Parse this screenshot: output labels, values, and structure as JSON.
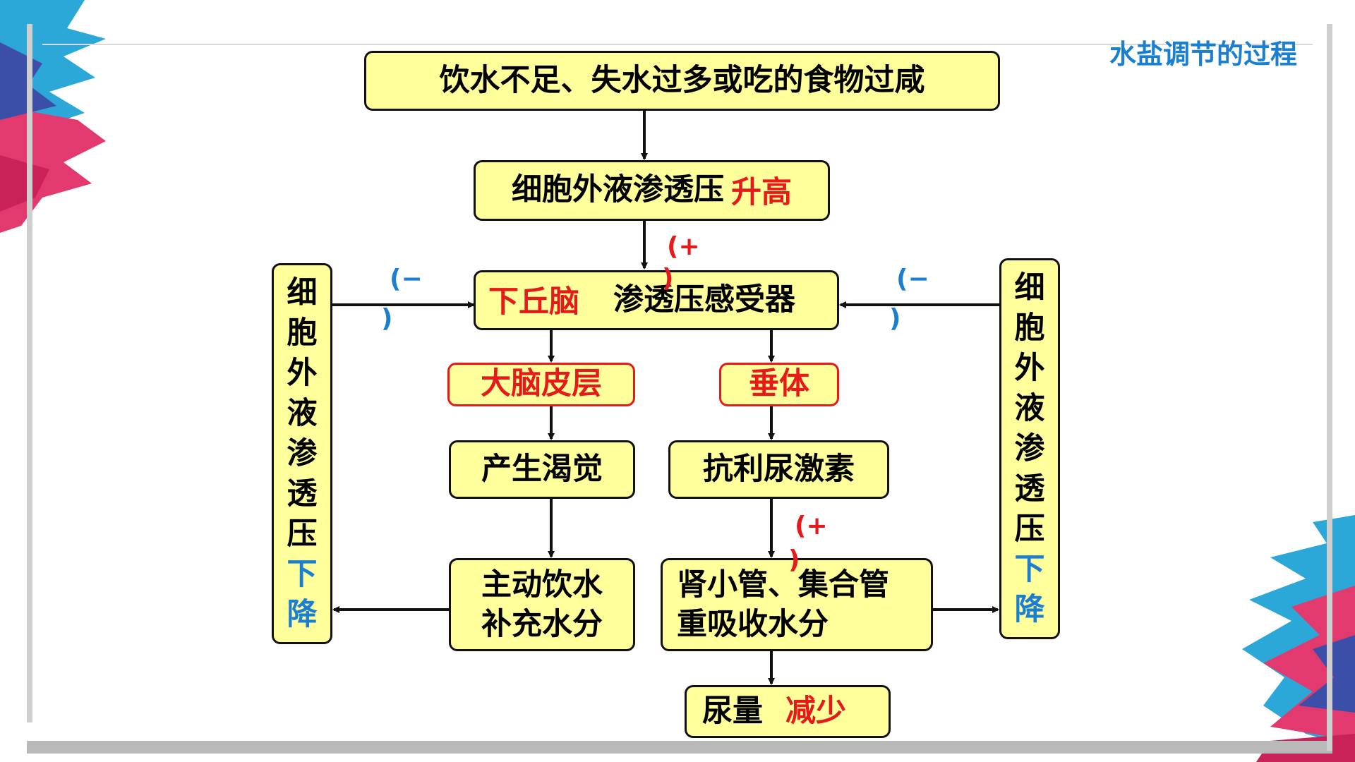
{
  "slide": {
    "title": "水盐调节的过程",
    "colors": {
      "accent_blue": "#1a7fd0",
      "accent_red": "#e6191b",
      "box_fill": "#ffff9c"
    }
  },
  "diagram": {
    "start": "饮水不足、失水过多或吃的食物过咸",
    "osmotic": {
      "text": "细胞外液渗透压",
      "highlight": "升高"
    },
    "hypothalamus": {
      "highlight": "下丘脑",
      "text": "渗透压感受器"
    },
    "cortex": "大脑皮层",
    "pituitary": "垂体",
    "thirst": "产生渴觉",
    "adh": "抗利尿激素",
    "drink": {
      "line1": "主动饮水",
      "line2": "补充水分"
    },
    "kidney": {
      "line1": "肾小管、集合管",
      "line2": "重吸收水分"
    },
    "urine": {
      "text": "尿量",
      "highlight": "减少"
    },
    "feedback_left": {
      "chars": [
        "细",
        "胞",
        "外",
        "液",
        "渗",
        "透",
        "压"
      ],
      "highlight_chars": [
        "下",
        "降"
      ]
    },
    "feedback_right": {
      "chars": [
        "细",
        "胞",
        "外",
        "液",
        "渗",
        "透",
        "压"
      ],
      "highlight_chars": [
        "下",
        "降"
      ]
    },
    "signs": {
      "plus": "(+",
      "minus": "(−",
      "close": ")"
    }
  }
}
